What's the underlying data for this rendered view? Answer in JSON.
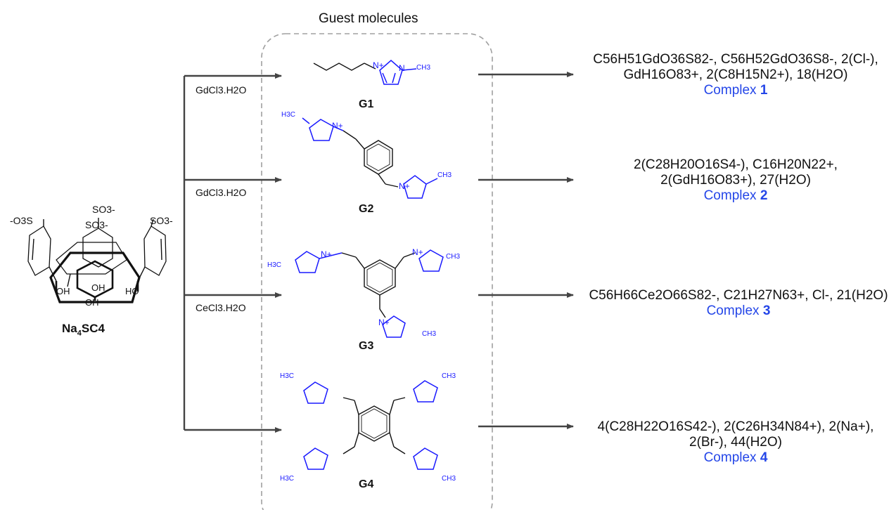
{
  "header": {
    "guest_molecules": "Guest molecules"
  },
  "host": {
    "name_prefix": "Na",
    "name_sub": "4",
    "name_suffix": "SC4",
    "groups": {
      "so3_left": "-O3S",
      "so3_top": "SO3-",
      "so3_mid": "SO3-",
      "so3_right": "SO3-",
      "oh": "OH",
      "ho": "HO"
    }
  },
  "reagents": [
    "GdCl3.H2O",
    "GdCl3.H2O",
    "CeCl3.H2O"
  ],
  "guests": [
    {
      "label": "G1"
    },
    {
      "label": "G2"
    },
    {
      "label": "G3"
    },
    {
      "label": "G4"
    }
  ],
  "atom_labels": {
    "n_plus": "N+",
    "n": "N",
    "ch3": "CH3",
    "h3c": "H3C"
  },
  "complexes": [
    {
      "line1": "C56H51GdO36S82-, C56H52GdO36S8-, 2(Cl-),",
      "line2": "GdH16O83+, 2(C8H15N2+), 18(H2O)",
      "name": "Complex",
      "number": "1"
    },
    {
      "line1": "2(C28H20O16S4-), C16H20N22+,",
      "line2": "2(GdH16O83+), 27(H2O)",
      "name": "Complex",
      "number": "2"
    },
    {
      "line1": "C56H66Ce2O66S82-, C21H27N63+, Cl-, 21(H2O)",
      "line2": "",
      "name": "Complex",
      "number": "3"
    },
    {
      "line1": "4(C28H22O16S42-), 2(C26H34N84+), 2(Na+),",
      "line2": "2(Br-), 44(H2O)",
      "name": "Complex",
      "number": "4"
    }
  ],
  "colors": {
    "guest_blue": "#1a1aff",
    "complex_blue": "#2446e8",
    "arrow": "#444444",
    "box": "#a0a0a0"
  }
}
